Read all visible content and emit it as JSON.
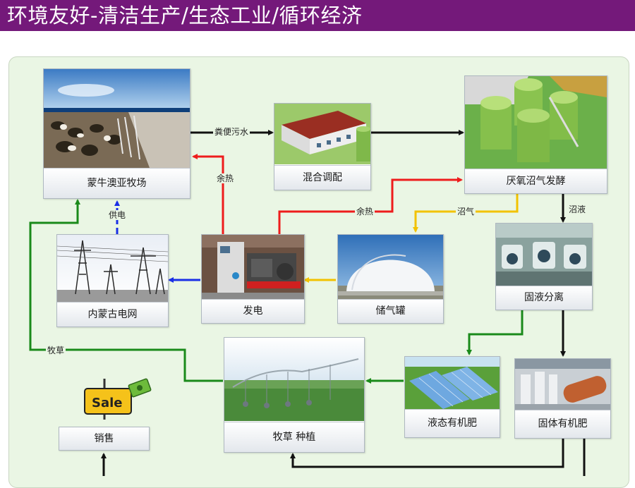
{
  "header": {
    "title": "环境友好-清洁生产/生态工业/循环经济"
  },
  "nodes": {
    "ranch": "蒙牛澳亚牧场",
    "mixing": "混合调配",
    "digestion": "厌氧沼气发酵",
    "grid": "内蒙古电网",
    "power": "发电",
    "gas_storage": "储气罐",
    "separation": "固液分离",
    "sales": "销售",
    "pasture": "牧草 种植",
    "liquid_fertilizer": "液态有机肥",
    "solid_fertilizer": "固体有机肥"
  },
  "edges": {
    "manure": "粪便污水",
    "waste_heat_ranch": "余热",
    "waste_heat_digestion": "余热",
    "biogas": "沼气",
    "slurry": "沼液",
    "power_supply": "供电",
    "forage": "牧草"
  },
  "sale_sign": "Sale",
  "colors": {
    "header": "#74197a",
    "black_flow": "#111111",
    "heat_flow": "#ee1c1c",
    "gas_flow": "#f2c200",
    "power_flow": "#1a2fe6",
    "green_flow": "#1a8a1a"
  }
}
